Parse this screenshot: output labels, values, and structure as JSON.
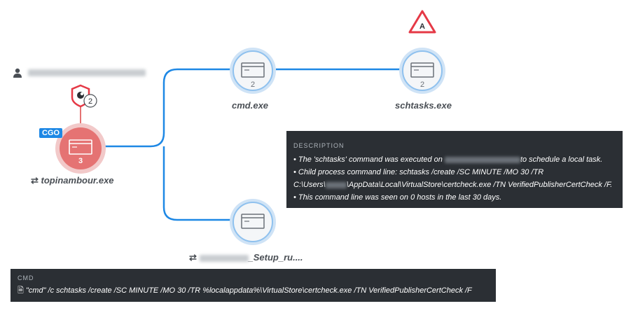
{
  "graph": {
    "user_label_redacted": true,
    "parent": {
      "name": "topinambour.exe",
      "count": "3",
      "tag": "CGO",
      "badge_count": "2"
    },
    "child1": {
      "name": "cmd.exe",
      "count": "2"
    },
    "child2": {
      "name": "schtasks.exe",
      "count": "2",
      "alert": "A"
    },
    "child3": {
      "name": "_Setup_ru....",
      "name_prefix_redacted": true
    }
  },
  "description": {
    "header": "DESCRIPTION",
    "line1_pre": "• The 'schtasks' command was executed on ",
    "line1_post": "to schedule a local task.",
    "line2": "• Child process command line: schtasks /create /SC MINUTE /MO 30 /TR",
    "line3_pre": "C:\\Users\\",
    "line3_post": "\\AppData\\Local\\VirtualStore\\certcheck.exe /TN VerifiedPublisherCertCheck /F.",
    "line4": "• This command line was seen on 0 hosts in the last 30 days."
  },
  "cmd": {
    "header": "CMD",
    "text": "\"cmd\" /c schtasks /create /SC MINUTE /MO 30 /TR %localappdata%\\VirtualStore\\certcheck.exe /TN VerifiedPublisherCertCheck /F"
  },
  "colors": {
    "edge": "#1e88e5",
    "node_ring": "#b9d7f3",
    "parent_fill": "#e57373",
    "alert": "#e53946"
  }
}
